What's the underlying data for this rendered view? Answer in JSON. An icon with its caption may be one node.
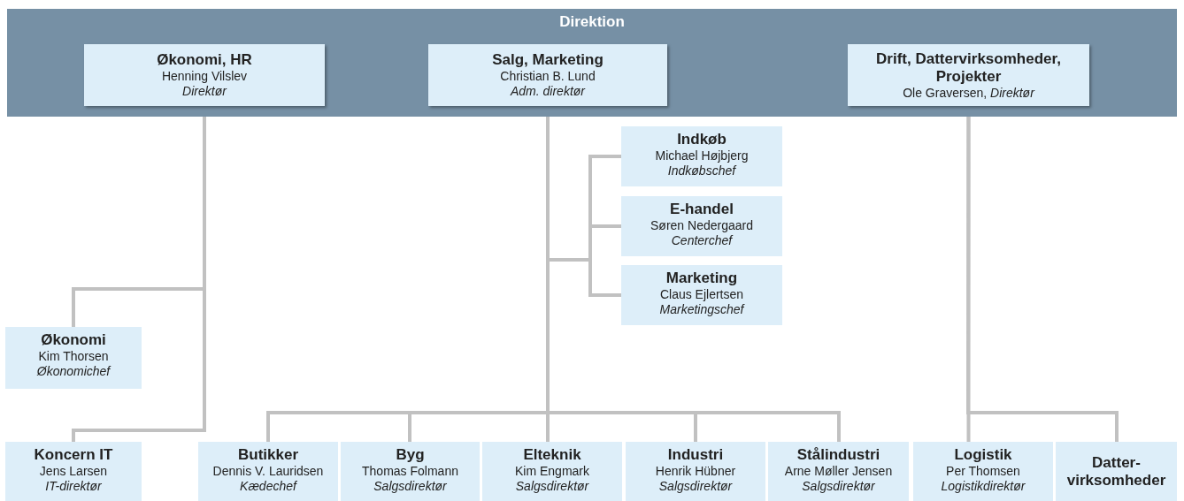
{
  "diagram": {
    "nodes": [
      {
        "text": [
          "Direktion"
        ]
      },
      {
        "text": [
          "Økonomi, HR",
          "Henning Vilslev",
          "Direktør"
        ],
        "in": 0
      },
      {
        "text": [
          "Salg, Marketing",
          "Christian B. Lund",
          "Adm. direktør"
        ],
        "in": 0
      },
      {
        "text": [
          "Drift, Dattervirksomheder, Projekter",
          "Ole Graversen, *Direktør*"
        ],
        "in": 0
      },
      {
        "text": [
          "Indkøb",
          "Michael Højbjerg",
          "Indkøbschef"
        ]
      },
      {
        "text": [
          "E-handel",
          "Søren Nedergaard",
          "Centerchef"
        ]
      },
      {
        "text": [
          "Marketing",
          "Claus Ejlertsen",
          "Marketingschef"
        ]
      },
      {
        "text": [
          "Økonomi",
          "Kim Thorsen",
          "Økonomichef"
        ]
      },
      {
        "text": [
          "Koncern IT",
          "Jens Larsen",
          "IT-direktør"
        ]
      },
      {
        "text": [
          "Butikker",
          "Dennis V. Lauridsen",
          "Kædechef"
        ]
      },
      {
        "text": [
          "Byg",
          "Thomas Folmann",
          "Salgsdirektør"
        ]
      },
      {
        "text": [
          "Elteknik",
          "Kim Engmark",
          "Salgsdirektør"
        ]
      },
      {
        "text": [
          "Industri",
          "Henrik Hübner",
          "Salgsdirektør"
        ]
      },
      {
        "text": [
          "Stålindustri",
          "Arne Møller Jensen",
          "Salgsdirektør"
        ]
      },
      {
        "text": [
          "Logistik",
          "Per Thomsen",
          "Logistikdirektør"
        ]
      },
      {
        "text": [
          "Datter- virksomheder"
        ]
      }
    ],
    "edges": [
      {
        "from": 1,
        "to": 7,
        "arrow": "none"
      },
      {
        "from": 1,
        "to": 8,
        "arrow": "none"
      },
      {
        "from": 2,
        "to": 4,
        "arrow": "none"
      },
      {
        "from": 2,
        "to": 5,
        "arrow": "none"
      },
      {
        "from": 2,
        "to": 6,
        "arrow": "none"
      },
      {
        "from": 2,
        "to": 9,
        "arrow": "none"
      },
      {
        "from": 2,
        "to": 10,
        "arrow": "none"
      },
      {
        "from": 2,
        "to": 11,
        "arrow": "none"
      },
      {
        "from": 2,
        "to": 12,
        "arrow": "none"
      },
      {
        "from": 2,
        "to": 13,
        "arrow": "none"
      },
      {
        "from": 3,
        "to": 14,
        "arrow": "none"
      },
      {
        "from": 3,
        "to": 15,
        "arrow": "none"
      }
    ]
  }
}
